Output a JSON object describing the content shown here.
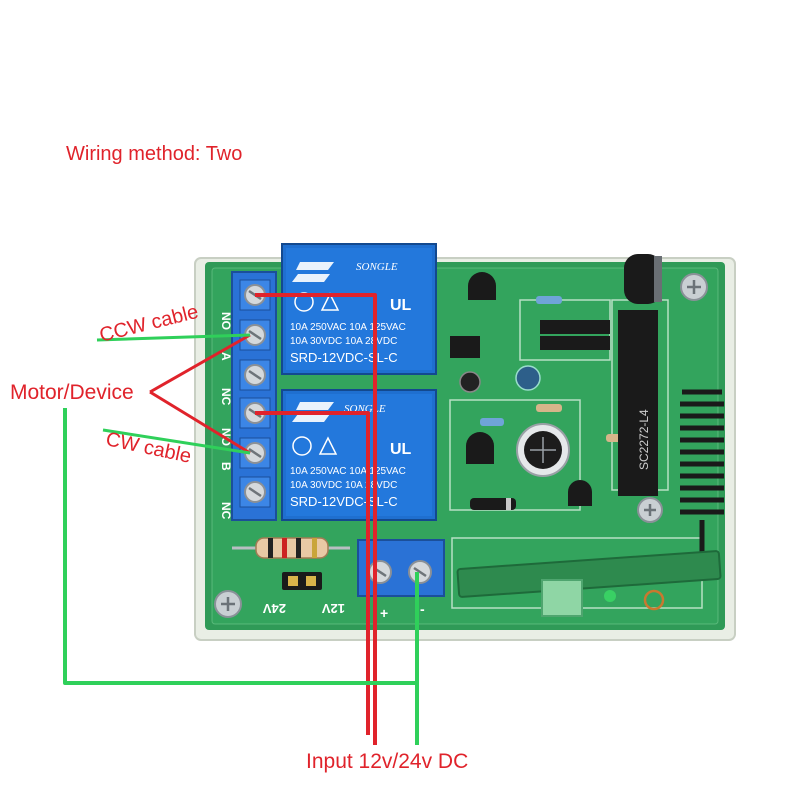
{
  "labels": {
    "title": "Wiring method: Two",
    "motor_device": "Motor/Device",
    "ccw_cable": "CCW cable",
    "cw_cable": "CW cable",
    "input": "Input 12v/24v DC"
  },
  "relays": [
    {
      "brand": "SONGLE",
      "rating_1": "10A 250VAC  10A 125VAC",
      "rating_2": "10A  30VDC  10A  28VDC",
      "model": "SRD-12VDC-SL-C"
    },
    {
      "brand": "SONGLE",
      "rating_1": "10A 250VAC  10A 125VAC",
      "rating_2": "10A  30VDC  10A  28VDC",
      "model": "SRD-12VDC-SL-C"
    }
  ],
  "board": {
    "terminal_labels": [
      "NO",
      "A",
      "NC",
      "NO",
      "B",
      "NC"
    ],
    "voltage_24": "24V",
    "voltage_12": "12V",
    "power_plus": "+",
    "power_minus": "-",
    "chip_label": "SC2272-L4"
  },
  "colors": {
    "board": "#2f9a57",
    "board_dark": "#1f7440",
    "relay": "#1f6fd0",
    "terminal": "#2a72d6",
    "wire_red": "#e0232b",
    "wire_green": "#2fd05a",
    "text_red": "#e0232b"
  }
}
